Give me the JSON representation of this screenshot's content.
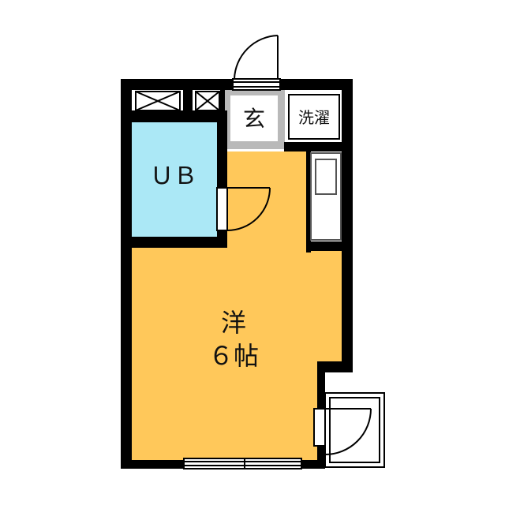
{
  "rooms": {
    "entrance": "玄",
    "laundry": "洗濯",
    "bath": "ＵＢ",
    "western_room": {
      "type": "洋",
      "size": "６帖"
    }
  },
  "colors": {
    "wall": "#000000",
    "main_room": "#FFC85A",
    "bath": "#ABE8F6",
    "entrance": "#B9B9B9",
    "fixture_line": "#555555"
  }
}
